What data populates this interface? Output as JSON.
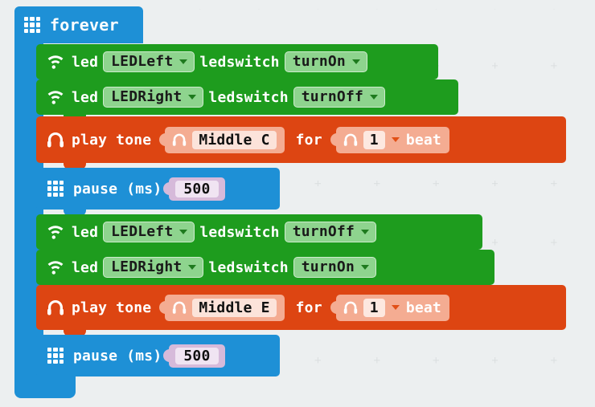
{
  "editor": {
    "name": "block-programming-workspace",
    "background_color": "#eceff0",
    "grid_mark_color": "#dadedf"
  },
  "program": {
    "loop": {
      "label": "forever",
      "icon": "led-matrix-icon",
      "color": "#1e90d6"
    },
    "statements": [
      {
        "type": "led",
        "icon": "wifi-signal-icon",
        "color": "#1e9c1e",
        "label": "led",
        "target_value": "LEDLeft",
        "middle_label": "ledswitch",
        "state_value": "turnOn"
      },
      {
        "type": "led",
        "icon": "wifi-signal-icon",
        "color": "#1e9c1e",
        "label": "led",
        "target_value": "LEDRight",
        "middle_label": "ledswitch",
        "state_value": "turnOff"
      },
      {
        "type": "play-tone",
        "icon": "headphones-icon",
        "color": "#dd4512",
        "label": "play tone",
        "note_icon": "headphones-icon",
        "note_value": "Middle C",
        "for_label": "for",
        "beat_icon": "headphones-icon",
        "beat_value": "1",
        "beat_unit": "beat"
      },
      {
        "type": "pause",
        "icon": "led-matrix-icon",
        "color": "#1e90d6",
        "label": "pause (ms)",
        "duration_value": "500"
      },
      {
        "type": "led",
        "icon": "wifi-signal-icon",
        "color": "#1e9c1e",
        "label": "led",
        "target_value": "LEDLeft",
        "middle_label": "ledswitch",
        "state_value": "turnOff"
      },
      {
        "type": "led",
        "icon": "wifi-signal-icon",
        "color": "#1e9c1e",
        "label": "led",
        "target_value": "LEDRight",
        "middle_label": "ledswitch",
        "state_value": "turnOn"
      },
      {
        "type": "play-tone",
        "icon": "headphones-icon",
        "color": "#dd4512",
        "label": "play tone",
        "note_icon": "headphones-icon",
        "note_value": "Middle E",
        "for_label": "for",
        "beat_icon": "headphones-icon",
        "beat_value": "1",
        "beat_unit": "beat"
      },
      {
        "type": "pause",
        "icon": "led-matrix-icon",
        "color": "#1e90d6",
        "label": "pause (ms)",
        "duration_value": "500"
      }
    ]
  }
}
